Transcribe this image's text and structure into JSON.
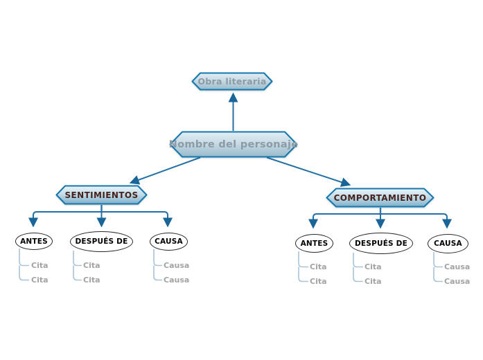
{
  "map": {
    "title": "character analysis concept map",
    "root": {
      "label": "Obra literaria"
    },
    "character": {
      "label": "Nombre del personaje"
    },
    "branches": [
      {
        "label": "SENTIMIENTOS",
        "children": [
          {
            "label": "ANTES",
            "items": [
              "Cita",
              "Cita"
            ]
          },
          {
            "label": "DESPUÉS DE",
            "items": [
              "Cita",
              "Cita"
            ]
          },
          {
            "label": "CAUSA",
            "items": [
              "Causa",
              "Causa"
            ]
          }
        ]
      },
      {
        "label": "COMPORTAMIENTO",
        "children": [
          {
            "label": "ANTES",
            "items": [
              "Cita",
              "Cita"
            ]
          },
          {
            "label": "DESPUÉS DE",
            "items": [
              "Cita",
              "Cita"
            ]
          },
          {
            "label": "CAUSA",
            "items": [
              "Causa",
              "Causa"
            ]
          }
        ]
      }
    ],
    "colors": {
      "hexagon_border": "#1477ae",
      "hexagon_fill_top": "#eaf4f9",
      "hexagon_fill_bottom": "#7fb0cb",
      "connector": "#2470a5",
      "leaf_connector": "#a9c4d8",
      "branch_text": "#45231a",
      "placeholder_text": "#8c9ba5",
      "leaf_text": "#a3a3a3",
      "ellipse_border": "#262626",
      "background": "#ffffff"
    }
  }
}
